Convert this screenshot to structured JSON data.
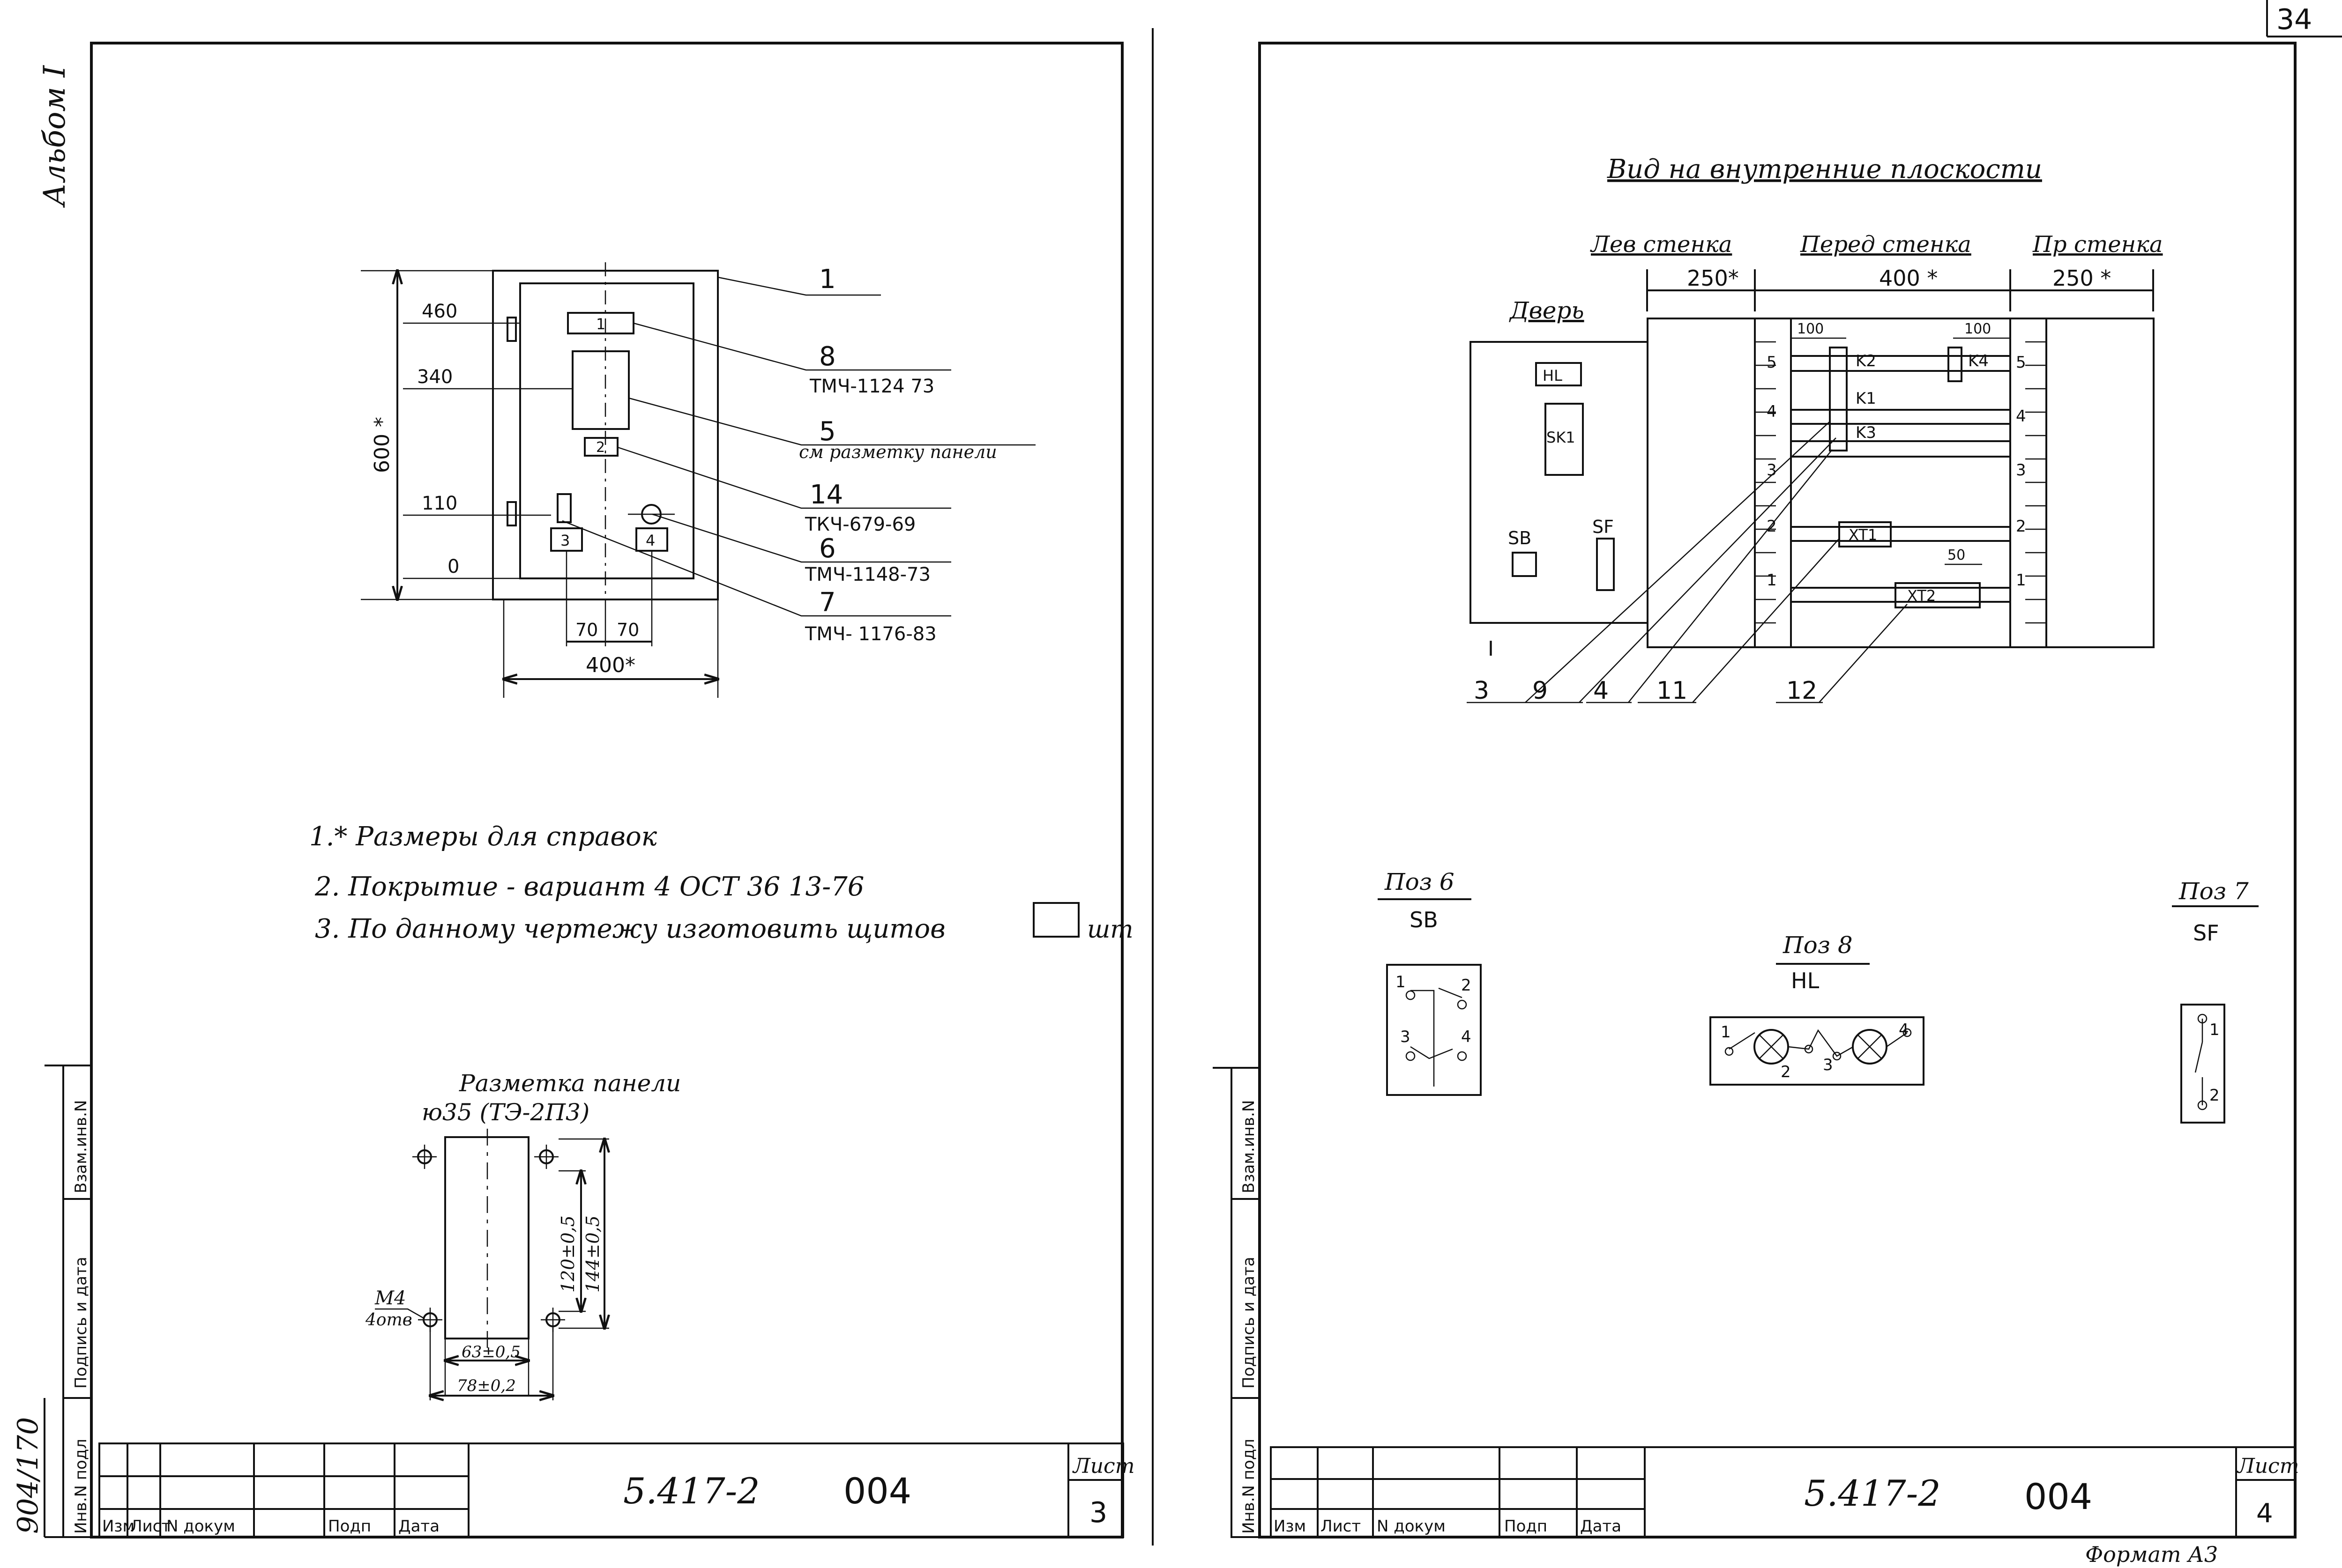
{
  "sheet_corner": {
    "page_no": "34"
  },
  "left_sheet": {
    "album": "Альбом I",
    "inv_number": "904/170",
    "side_labels": [
      "Инв.N подл",
      "Подпись и дата",
      "Взам.инв.N"
    ],
    "elevation": {
      "levels": [
        "460",
        "340",
        "110",
        "0"
      ],
      "height": "600 *",
      "widths": [
        "70",
        "70"
      ],
      "total_width": "400*",
      "slot_marks": [
        "1",
        "2",
        "3",
        "4"
      ]
    },
    "callouts": [
      {
        "pos": "1",
        "ref": ""
      },
      {
        "pos": "8",
        "ref": "ТМЧ-1124 73"
      },
      {
        "pos": "5",
        "ref": "см разметку панели"
      },
      {
        "pos": "14",
        "ref": "ТКЧ-679-69"
      },
      {
        "pos": "6",
        "ref": "ТМЧ-1148-73"
      },
      {
        "pos": "7",
        "ref": "ТМЧ- 1176-83"
      }
    ],
    "notes": [
      "1.* Размеры для справок",
      "2. Покрытие - вариант 4 ОСТ 36 13-76",
      "3. По данному чертежу изготовить щитов",
      "шт"
    ],
    "panel_marking": {
      "title": "Разметка панели",
      "subtitle": "ю35 (ТЭ-2П3)",
      "hole_note": "М4",
      "hole_count": "4отв",
      "dim_inner_h": "120±0,5",
      "dim_outer_h": "144±0,5",
      "dim_inner_w": "63±0,5",
      "dim_outer_w": "78±0,2"
    },
    "title_block": {
      "headers": [
        "Изм",
        "Лист",
        "N докум",
        "Подп",
        "Дата"
      ],
      "doc_code": "5.417-2",
      "doc_suffix": "004",
      "sheet_label": "Лист",
      "sheet_no": "3"
    }
  },
  "right_sheet": {
    "view_title": "Вид на внутренние плоскости",
    "walls": [
      {
        "name": "Лев стенка",
        "dim": "250*"
      },
      {
        "name": "Перед стенка",
        "dim": "400 *"
      },
      {
        "name": "Пр стенка",
        "dim": "250 *"
      }
    ],
    "door_label": "Дверь",
    "door_items": [
      "HL",
      "SK1",
      "SB",
      "SF"
    ],
    "dims": [
      "100",
      "100",
      "50"
    ],
    "devices": [
      "K2",
      "K4",
      "K1",
      "K3",
      "XT1",
      "XT2"
    ],
    "rails_left": [
      "5",
      "4",
      "3",
      "2",
      "1"
    ],
    "rails_right": [
      "5",
      "4",
      "3",
      "2",
      "1"
    ],
    "door_marker": "I",
    "callouts": [
      "3",
      "9",
      "4",
      "11",
      "12"
    ],
    "pos6": {
      "title": "Поз 6",
      "label": "SB",
      "contacts": [
        "1",
        "2",
        "3",
        "4"
      ]
    },
    "pos8": {
      "title": "Поз 8",
      "label": "HL",
      "contacts": [
        "1",
        "2",
        "3",
        "4"
      ]
    },
    "pos7": {
      "title": "Поз 7",
      "label": "SF",
      "contacts": [
        "1",
        "2"
      ]
    },
    "side_labels": [
      "Инв.N подл",
      "Подпись и дата",
      "Взам.инв.N"
    ],
    "title_block": {
      "headers": [
        "Изм",
        "Лист",
        "N докум",
        "Подп",
        "Дата"
      ],
      "doc_code": "5.417-2",
      "doc_suffix": "004",
      "sheet_label": "Лист",
      "sheet_no": "4",
      "format": "Формат А3"
    }
  }
}
